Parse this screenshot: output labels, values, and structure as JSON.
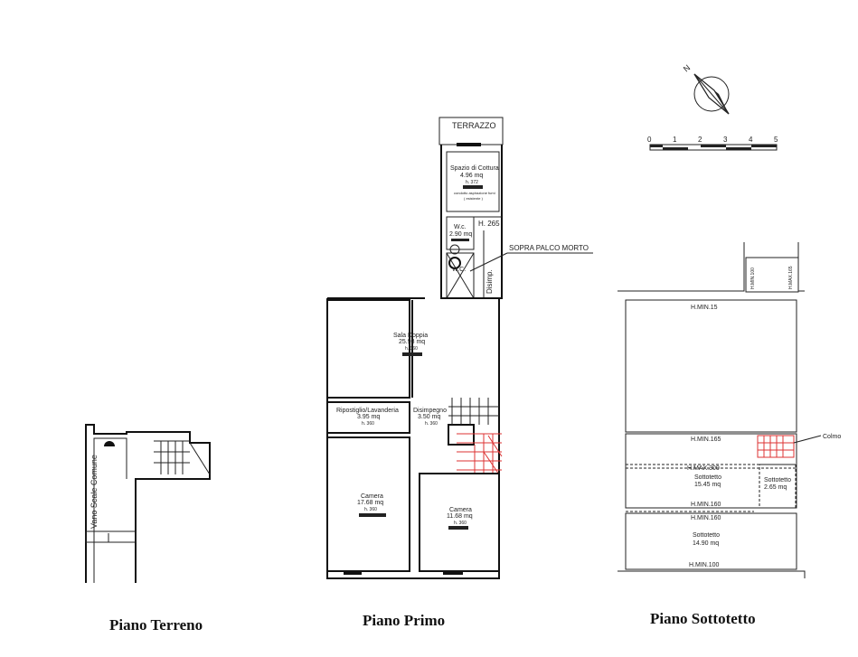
{
  "plans": {
    "terreno": {
      "title": "Piano Terreno",
      "stair_label": "Vano Scale Comune"
    },
    "primo": {
      "title": "Piano Primo",
      "terrazzo": "TERRAZZO",
      "cucina": {
        "name": "Spazio di Cottura",
        "area": "4.96 mq",
        "h": "h. 372",
        "note": "condotto aspirazione fumi",
        "note2": "( esistente )"
      },
      "wc": {
        "name": "W.c.",
        "area": "2.90 mq"
      },
      "wc2": "W.C.",
      "h265": "H. 265",
      "disimpegno_v": "Disimp.",
      "palco": "SOPRA PALCO MORTO",
      "sala": {
        "name": "Sala Doppia",
        "area": "25.93 mq",
        "h": "h. 360"
      },
      "ripostiglio": {
        "name": "Ripostiglio/Lavanderia",
        "area": "3.95 mq",
        "h": "h. 360"
      },
      "disimpegno": {
        "name": "Disimpegno",
        "area": "3.50 mq",
        "h": "h. 360"
      },
      "camera1": {
        "name": "Camera",
        "area": "17.68 mq",
        "h": "h. 360"
      },
      "camera2": {
        "name": "Camera",
        "area": "11.68 mq",
        "h": "h. 360"
      }
    },
    "sottotetto": {
      "title": "Piano Sottotetto",
      "hmin15": "H.MIN.15",
      "hmin165": "H.MIN.165",
      "hmax300": "H.MAX.300",
      "st1": {
        "name": "Sottotetto",
        "area": "15.45 mq"
      },
      "st2": {
        "name": "Sottotetto",
        "area": "2.65 mq"
      },
      "hmin160a": "H.MIN.160",
      "hmin160b": "H.MIN.160",
      "st3": {
        "name": "Sottotetto",
        "area": "14.90 mq"
      },
      "hmin100": "H.MIN.100",
      "colmo": "Colmo",
      "hmin100v": "H.MIN.100",
      "hmax165v": "H.MAX.165"
    }
  },
  "scale_bar": {
    "ticks": [
      "0",
      "1",
      "2",
      "3",
      "4",
      "5"
    ]
  },
  "compass": {
    "north": "N"
  }
}
